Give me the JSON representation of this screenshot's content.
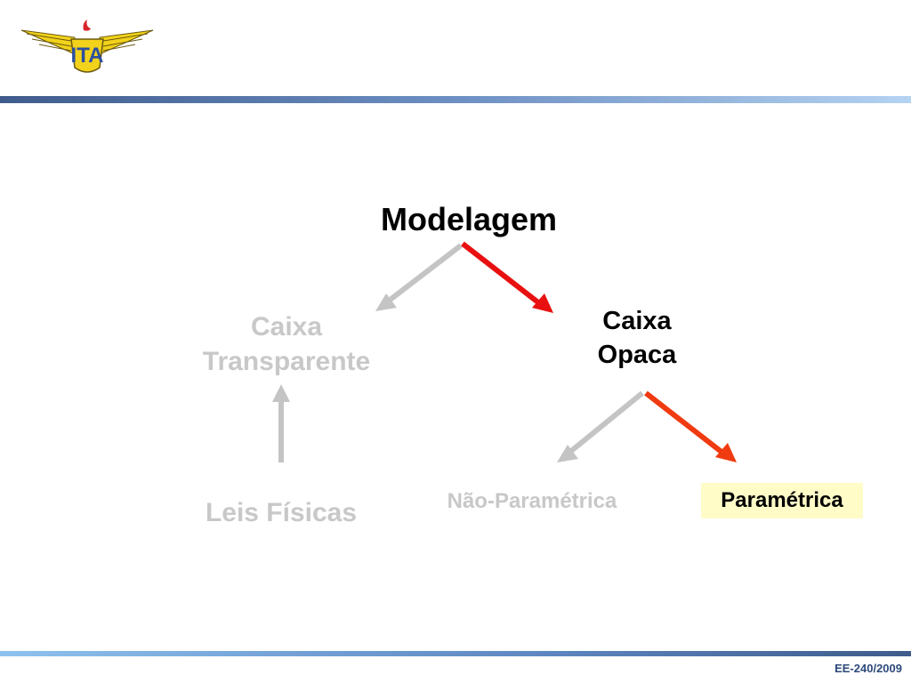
{
  "diagram": {
    "root": "Modelagem",
    "transparent_box": {
      "line1": "Caixa",
      "line2": "Transparente"
    },
    "opaque_box": {
      "line1": "Caixa",
      "line2": "Opaca"
    },
    "physical_laws": "Leis Físicas",
    "non_parametric": "Não-Paramétrica",
    "parametric": "Paramétrica"
  },
  "footer": {
    "course": "EE-240/2009"
  },
  "colors": {
    "highlight_arrow": "#e81010",
    "highlight_arrow_secondary": "#f03a10",
    "faded_arrow": "#c4c4c4",
    "parametric_background": "#fffcc7",
    "header_bar": "#3f5c8c"
  },
  "logo": {
    "icon": "ita-winged-torch-logo"
  }
}
